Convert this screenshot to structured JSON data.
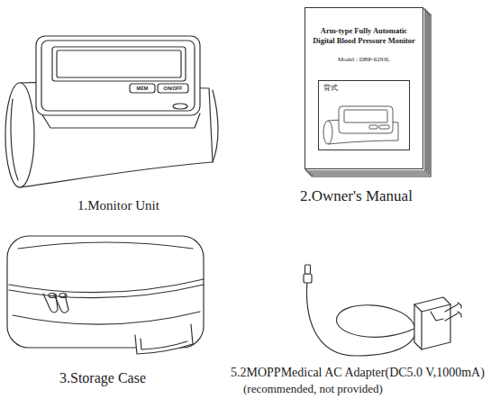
{
  "diagram": {
    "nodes": [
      {
        "text": [
          "Arm-type Fully Automatic Digital Blood Pressure Monitor",
          "Model : DBP-6293L"
        ]
      },
      {
        "text": [
          "背式"
        ],
        "in": 0
      }
    ],
    "labels": [
      "MEM",
      "ON/OFF",
      "1.Monitor Unit",
      "2.Owner's Manual",
      "3.Storage Case",
      "5.2MOPPMedical AC Adapter(DC5.0 V,1000mA)",
      "(recommended, not provided)"
    ]
  }
}
